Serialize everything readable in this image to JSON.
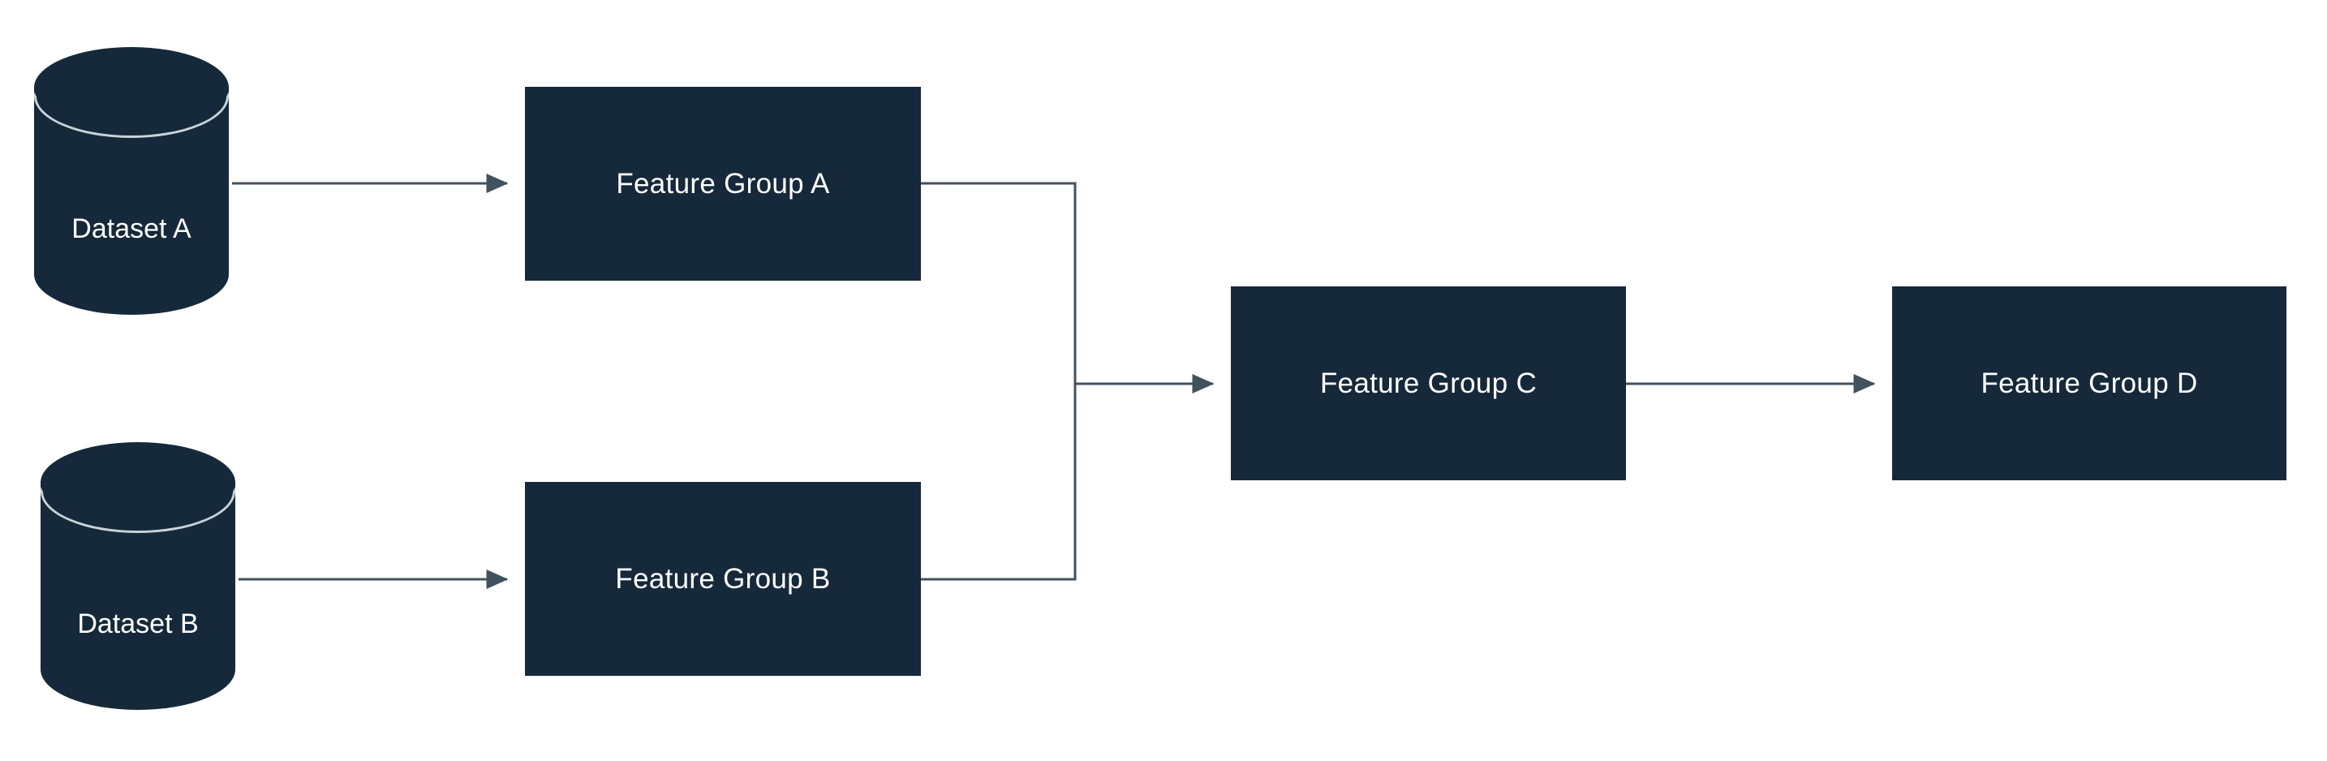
{
  "diagram": {
    "colors": {
      "node_fill": "#16293a",
      "node_text": "#ffffff",
      "edge": "#41525f",
      "background": "#ffffff",
      "cylinder_rim": "#c8d4da"
    },
    "nodes": {
      "dataset_a": {
        "label": "Dataset A",
        "shape": "cylinder"
      },
      "dataset_b": {
        "label": "Dataset B",
        "shape": "cylinder"
      },
      "feature_group_a": {
        "label": "Feature Group A",
        "shape": "rectangle"
      },
      "feature_group_b": {
        "label": "Feature Group B",
        "shape": "rectangle"
      },
      "feature_group_c": {
        "label": "Feature Group C",
        "shape": "rectangle"
      },
      "feature_group_d": {
        "label": "Feature Group D",
        "shape": "rectangle"
      }
    },
    "edges": [
      {
        "from": "dataset_a",
        "to": "feature_group_a"
      },
      {
        "from": "dataset_b",
        "to": "feature_group_b"
      },
      {
        "from": "feature_group_a",
        "to": "feature_group_c"
      },
      {
        "from": "feature_group_b",
        "to": "feature_group_c"
      },
      {
        "from": "feature_group_c",
        "to": "feature_group_d"
      }
    ]
  }
}
